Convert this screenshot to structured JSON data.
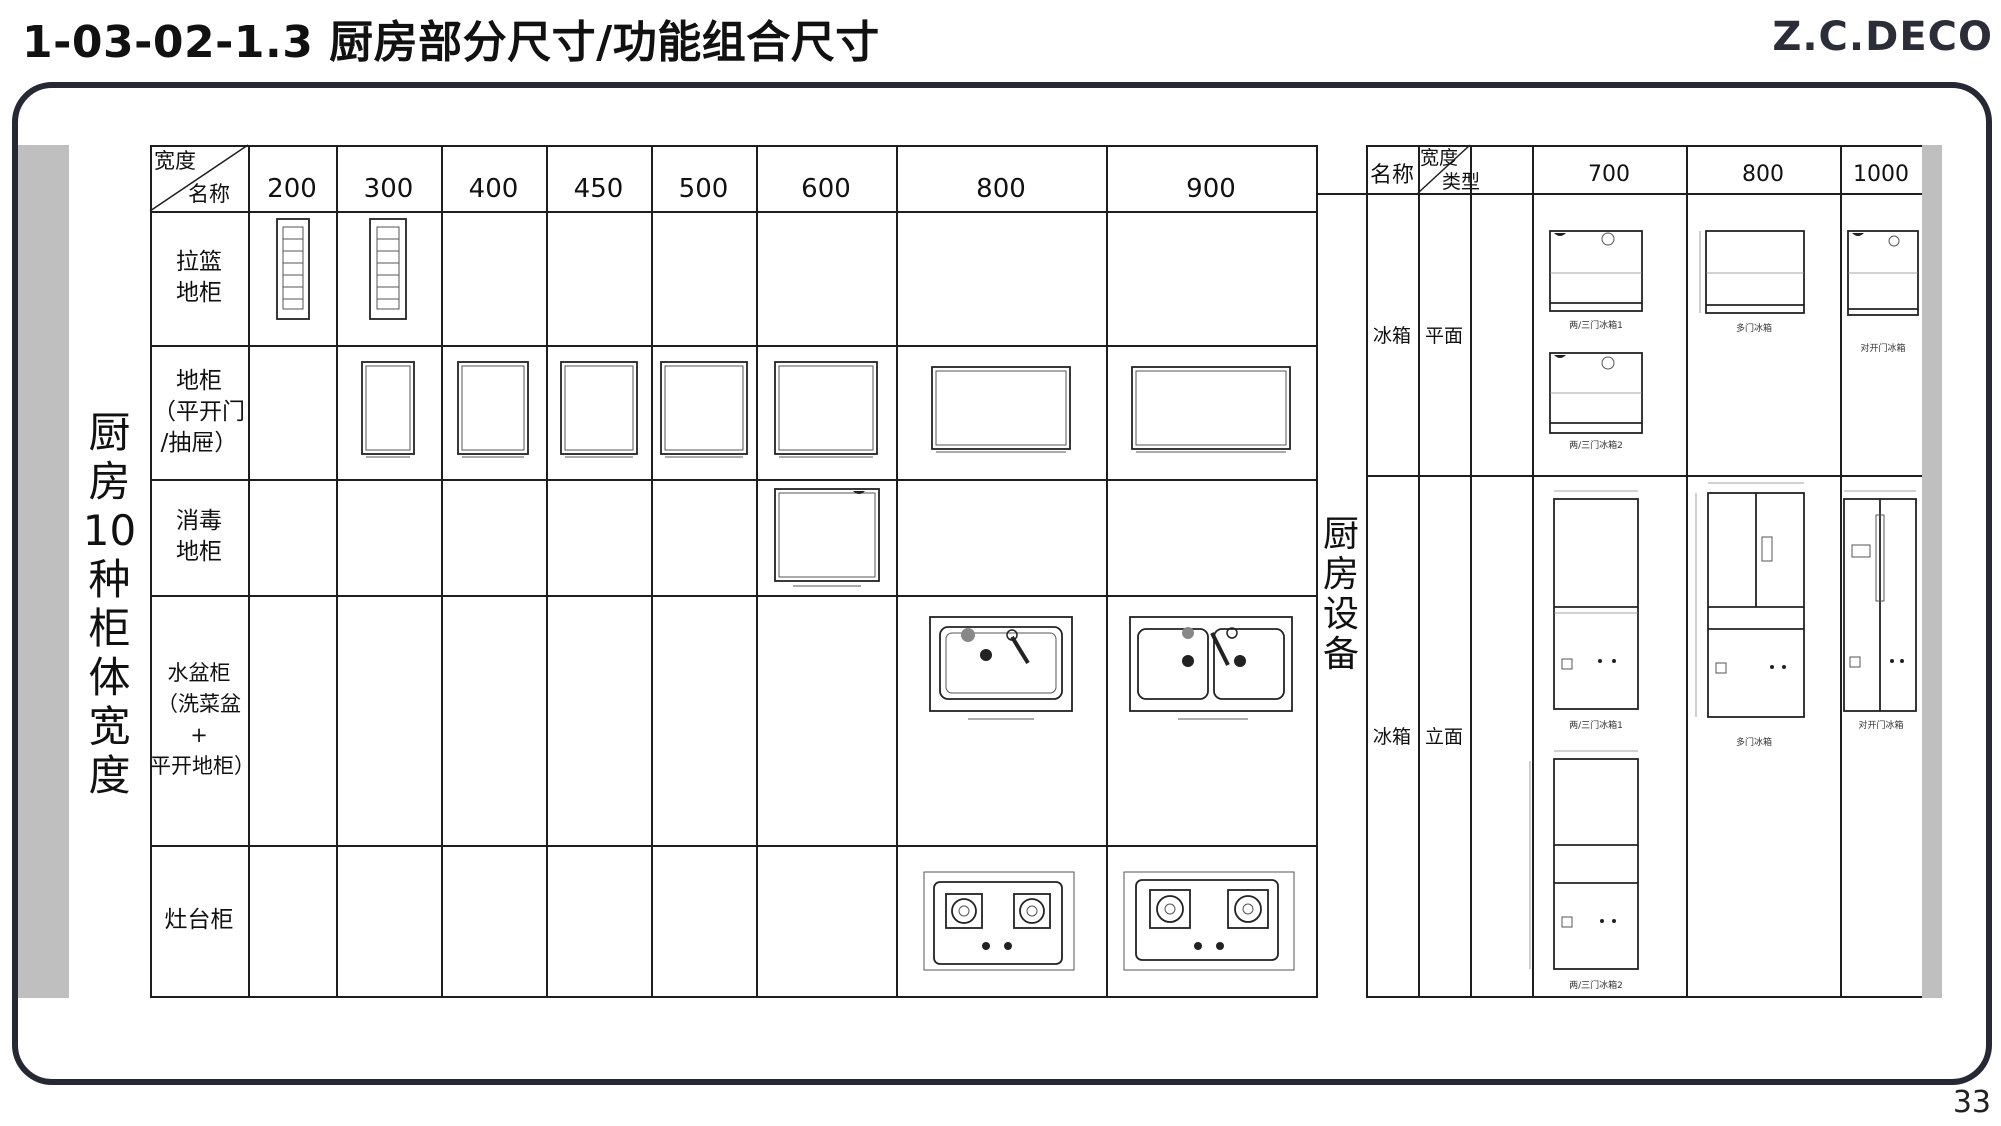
{
  "header": {
    "title": "1-03-02-1.3 厨房部分尺寸/功能组合尺寸",
    "brand": "Z.C.DECO",
    "page_number": "33"
  },
  "left_table": {
    "side_label": "厨房10种柜体宽度",
    "corner_top": "宽度",
    "corner_bottom": "名称",
    "widths": [
      "200",
      "300",
      "400",
      "450",
      "500",
      "600",
      "800",
      "900"
    ],
    "rows": [
      {
        "label": "拉篮地柜",
        "lines": [
          "拉篮",
          "地柜"
        ]
      },
      {
        "label": "地柜（平开门/抽屉）",
        "lines": [
          "地柜",
          "（平开门",
          "/抽屉）"
        ]
      },
      {
        "label": "消毒地柜",
        "lines": [
          "消毒",
          "地柜"
        ]
      },
      {
        "label": "水盆柜（洗菜盆+平开地柜）",
        "lines": [
          "水盆柜",
          "（洗菜盆+",
          "平开地柜）"
        ]
      },
      {
        "label": "灶台柜",
        "lines": [
          "灶台柜"
        ]
      }
    ]
  },
  "right_table": {
    "side_label": "厨房设备",
    "col_name": "名称",
    "corner_top": "宽度",
    "corner_bottom": "类型",
    "widths": [
      "700",
      "800",
      "1000"
    ],
    "rows": [
      {
        "name": "冰箱",
        "type": "平面"
      },
      {
        "name": "冰箱",
        "type": "立面"
      }
    ],
    "captions": {
      "plan_700_1": "两/三门冰箱1",
      "plan_700_2": "两/三门冰箱2",
      "plan_800": "多门冰箱",
      "plan_1000": "对开门冰箱",
      "elev_700_1": "两/三门冰箱1",
      "elev_700_2": "两/三门冰箱2",
      "elev_800": "多门冰箱",
      "elev_1000": "对开门冰箱"
    }
  }
}
